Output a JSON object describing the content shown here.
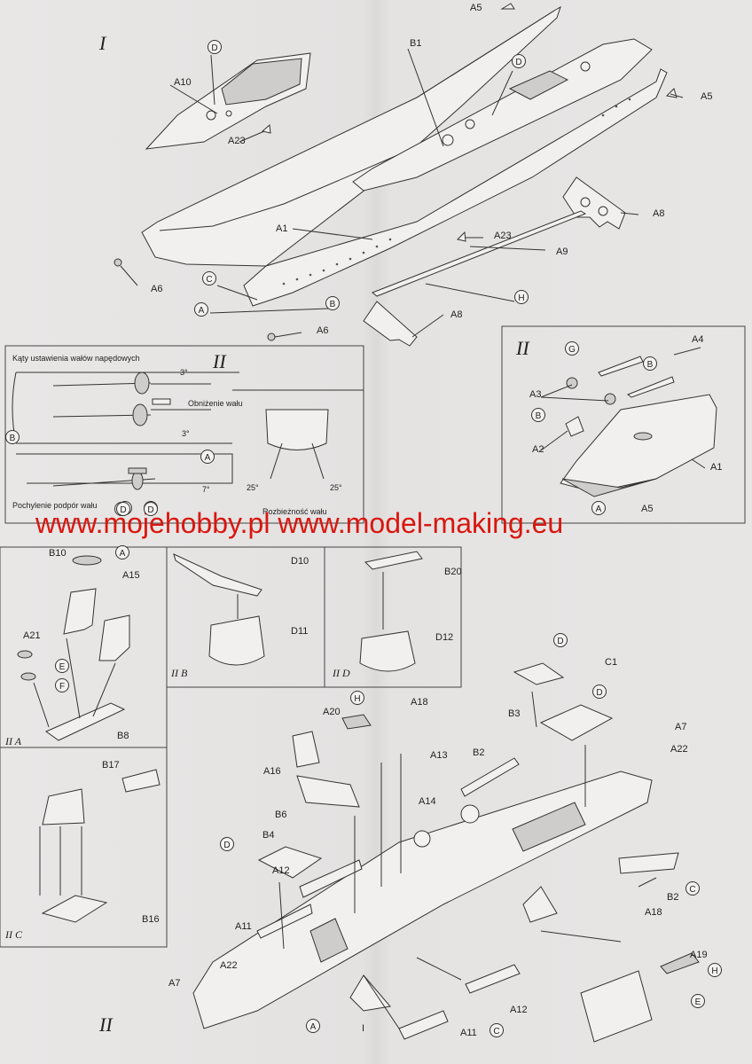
{
  "steps": {
    "s1": "I",
    "s2": "II"
  },
  "watermark": "www.mojehobby.pl www.model-making.eu",
  "boxes": {
    "iia": "II A",
    "iib": "II B",
    "iic": "II C",
    "iid": "II D"
  },
  "shaft_box": {
    "title": "Kąty ustawienia wałów napędowych",
    "angle_top": "3°",
    "lowering": "Obniżenie wału",
    "angle_bottom": "3°",
    "angle_strut": "7°",
    "strut_tilt": "Pochylenie podpór wału",
    "angle_left": "25°",
    "angle_right": "25°",
    "spread": "Rozbieżność wału"
  },
  "part_labels": [
    {
      "text": "A5"
    },
    {
      "text": "B1"
    },
    {
      "text": "D"
    },
    {
      "text": "A10"
    },
    {
      "text": "D"
    },
    {
      "text": "A23"
    },
    {
      "text": "A5"
    },
    {
      "text": "A8"
    },
    {
      "text": "A23"
    },
    {
      "text": "A1"
    },
    {
      "text": "A9"
    },
    {
      "text": "A6"
    },
    {
      "text": "C"
    },
    {
      "text": "A"
    },
    {
      "text": "B"
    },
    {
      "text": "H"
    },
    {
      "text": "A8"
    },
    {
      "text": "A6"
    },
    {
      "text": "B"
    },
    {
      "text": "A"
    },
    {
      "text": "D"
    },
    {
      "text": "D"
    },
    {
      "text": "A4"
    },
    {
      "text": "G"
    },
    {
      "text": "B"
    },
    {
      "text": "A3"
    },
    {
      "text": "B"
    },
    {
      "text": "A2"
    },
    {
      "text": "A1"
    },
    {
      "text": "A"
    },
    {
      "text": "A5"
    },
    {
      "text": "B10"
    },
    {
      "text": "A"
    },
    {
      "text": "A15"
    },
    {
      "text": "A21"
    },
    {
      "text": "E"
    },
    {
      "text": "F"
    },
    {
      "text": "B8"
    },
    {
      "text": "D10"
    },
    {
      "text": "D11"
    },
    {
      "text": "B20"
    },
    {
      "text": "D12"
    },
    {
      "text": "B17"
    },
    {
      "text": "B16"
    },
    {
      "text": "D"
    },
    {
      "text": "C1"
    },
    {
      "text": "D"
    },
    {
      "text": "B3"
    },
    {
      "text": "A7"
    },
    {
      "text": "A22"
    },
    {
      "text": "H"
    },
    {
      "text": "A20"
    },
    {
      "text": "A18"
    },
    {
      "text": "A16"
    },
    {
      "text": "A13"
    },
    {
      "text": "B2"
    },
    {
      "text": "B6"
    },
    {
      "text": "A14"
    },
    {
      "text": "B4"
    },
    {
      "text": "D"
    },
    {
      "text": "A12"
    },
    {
      "text": "C"
    },
    {
      "text": "B2"
    },
    {
      "text": "A11"
    },
    {
      "text": "A18"
    },
    {
      "text": "A19"
    },
    {
      "text": "H"
    },
    {
      "text": "A7"
    },
    {
      "text": "A22"
    },
    {
      "text": "E"
    },
    {
      "text": "II"
    },
    {
      "text": "A"
    },
    {
      "text": "I"
    },
    {
      "text": "A12"
    },
    {
      "text": "A11"
    },
    {
      "text": "C"
    },
    {
      "text": "B"
    },
    {
      "text": "D"
    },
    {
      "text": "D"
    }
  ]
}
